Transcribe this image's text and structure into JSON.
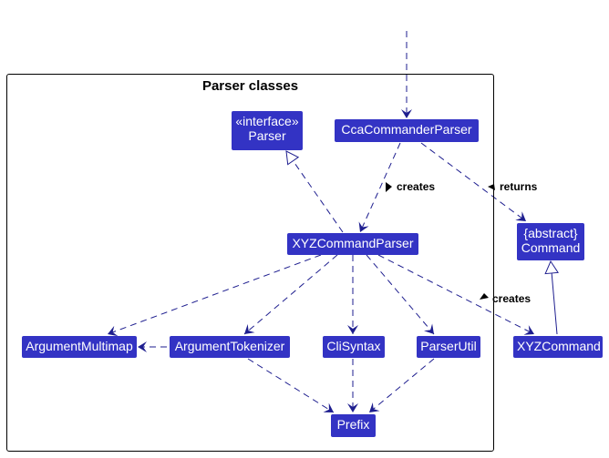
{
  "package": {
    "title": "Parser classes"
  },
  "nodes": {
    "parser": {
      "stereotype": "«interface»",
      "name": "Parser"
    },
    "cca_parser": {
      "name": "CcaCommanderParser"
    },
    "xyz_parser": {
      "name": "XYZCommandParser"
    },
    "command": {
      "stereotype": "{abstract}",
      "name": "Command"
    },
    "arg_multimap": {
      "name": "ArgumentMultimap"
    },
    "arg_tokenizer": {
      "name": "ArgumentTokenizer"
    },
    "cli_syntax": {
      "name": "CliSyntax"
    },
    "parser_util": {
      "name": "ParserUtil"
    },
    "xyz_command": {
      "name": "XYZCommand"
    },
    "prefix": {
      "name": "Prefix"
    }
  },
  "edge_labels": {
    "cca_creates": "creates",
    "cca_returns": "returns",
    "xyz_creates": "creates"
  },
  "colors": {
    "node_fill": "#3333c4",
    "edge": "#1e1e8f",
    "text_on_node": "#ffffff"
  }
}
